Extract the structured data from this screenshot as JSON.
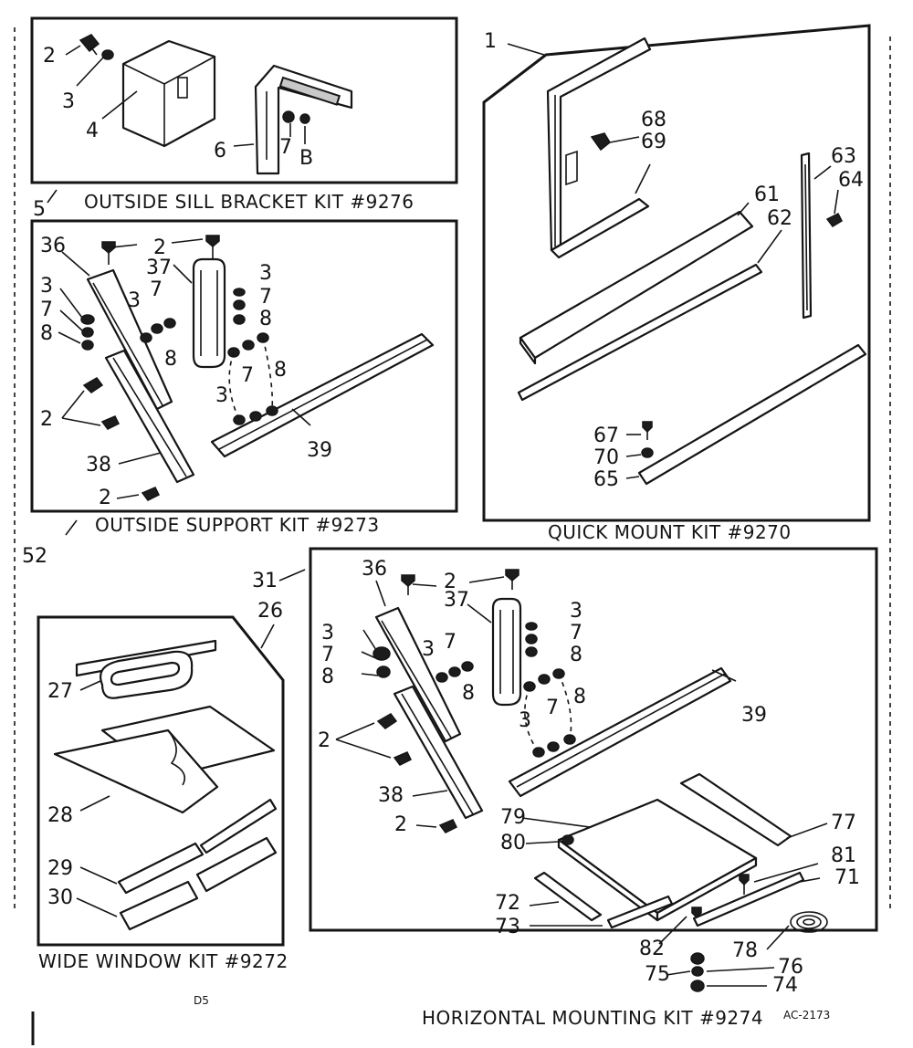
{
  "kits": {
    "outside_sill": "OUTSIDE SILL BRACKET KIT #9276",
    "outside_support": "OUTSIDE SUPPORT KIT #9273",
    "quick_mount": "QUICK MOUNT KIT #9270",
    "wide_window": "WIDE WINDOW KIT #9272",
    "horizontal_mounting": "HORIZONTAL MOUNTING KIT #9274"
  },
  "parts": {
    "p1": "1",
    "p2": "2",
    "p3": "3",
    "p4": "4",
    "p5": "5",
    "p6": "6",
    "p7": "7",
    "p8": "8",
    "p8b": "B",
    "p26": "26",
    "p27": "27",
    "p28": "28",
    "p29": "29",
    "p30": "30",
    "p31": "31",
    "p36": "36",
    "p37": "37",
    "p38": "38",
    "p39": "39",
    "p52": "52",
    "p61": "61",
    "p62": "62",
    "p63": "63",
    "p64": "64",
    "p65": "65",
    "p67": "67",
    "p68": "68",
    "p69": "69",
    "p70": "70",
    "p71": "71",
    "p72": "72",
    "p73": "73",
    "p74": "74",
    "p75": "75",
    "p76": "76",
    "p77": "77",
    "p78": "78",
    "p79": "79",
    "p80": "80",
    "p81": "81",
    "p82": "82"
  },
  "footer": {
    "page_code": "D5",
    "drawing_code": "AC-2173"
  }
}
